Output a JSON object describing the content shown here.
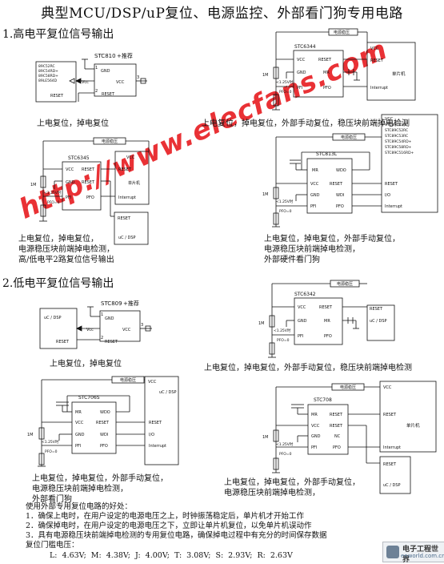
{
  "title": "典型MCU/DSP/uP复位、电源监控、外部看门狗专用电路",
  "sections": {
    "high": "1.高电平复位信号输出",
    "low": "2.低电平复位信号输出"
  },
  "captions": {
    "c810": [
      "上电复位，掉电复位"
    ],
    "c6344": [
      "上电复位，掉电复位，外部手动复位，稳压块前端掉电检测"
    ],
    "c6345": [
      "上电复位，掉电复位，",
      "电源稳压块前端掉电检测，",
      "高/低电平2路复位信号输出"
    ],
    "c813": [
      "上电复位，掉电复位，外部手动复位，",
      "电源稳压块前端掉电检测，",
      "外部硬件看门狗"
    ],
    "c809": [
      "上电复位，掉电复位"
    ],
    "c6342": [
      "上电复位，掉电复位，外部手动复位，稳压块前端掉电检测"
    ],
    "c706": [
      "上电复位，掉电复位，外部手动复位，",
      "电源稳压块前端掉电检测，",
      "外部看门狗"
    ],
    "c708": [
      "上电复位，掉电复位，外部手动复位，",
      "电源稳压块前端掉电检测，"
    ]
  },
  "benefits": {
    "heading": "使用外部专用复位电路的好处：",
    "items": [
      "1．确保上电时，在用户设定的电源电压之上，时钟振荡稳定后，单片机才开始工作",
      "2．确保掉电时，在用户设定的电源电压之下，立即让单片机复位，以免单片机误动作",
      "3．具有电源稳压块前端掉电检测的专用复位电路，确保掉电过程中有充分的时间保存数据",
      "复位门槛电压："
    ],
    "voltages": "L: 4.63V;  M: 4.38V;  J: 4.00V;  T: 3.08V;  S: 2.93V;  R: 2.63V"
  },
  "watermark": "http://www.elecfans.com",
  "logo": {
    "name": "电子工程世界",
    "url": "eeworld.com.cn"
  },
  "chips": {
    "stc810": "STC810",
    "stc809": "STC809",
    "recommend": "+推荐",
    "stc6344": "STC6344",
    "stc6345": "STC6345",
    "stc813": "STC813L",
    "stc6342": "STC6342",
    "stc706": "STC706S",
    "stc708": "STC708"
  },
  "labels": {
    "vreg": "电源稳压",
    "vcc": "VCC",
    "reset": "RESET",
    "gnd": "GND",
    "mr": "MR",
    "pfi": "PFI",
    "pfo": "PFO",
    "wdo": "WDO",
    "wdi": "WDI",
    "interrupt": "Interrupt",
    "mcu": "单片机",
    "uc_dsp": "uC / DSP",
    "io": "I/O",
    "nc": "NC",
    "r1m": "1M",
    "v125": "<1.25V时",
    "pfo0": "PFO=0",
    "n1": "1",
    "n2": "2",
    "n3": "3",
    "vcc_small": "Vcc",
    "mcu_list": [
      "89C52RC",
      "89C54RD+",
      "89C58RD+",
      "89LE564D"
    ],
    "stc_list": [
      "STC89C51RC",
      "STC89C52RC",
      "STC89C53RC",
      "STC89C54RD+",
      "STC89C58RD+",
      "STC89C516RD+"
    ]
  }
}
